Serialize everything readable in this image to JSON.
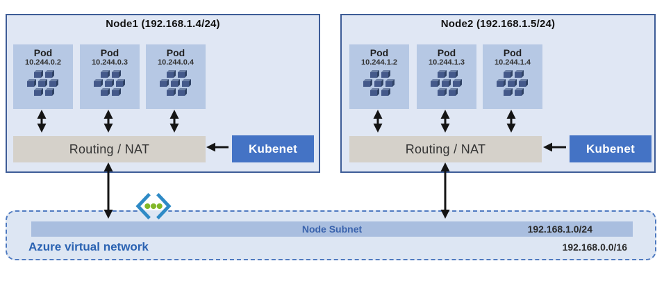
{
  "diagram": {
    "title_implied": "Kubenet networking on Azure",
    "nodes": [
      {
        "title": "Node1 (192.168.1.4/24)",
        "pods": [
          {
            "label": "Pod",
            "ip": "10.244.0.2"
          },
          {
            "label": "Pod",
            "ip": "10.244.0.3"
          },
          {
            "label": "Pod",
            "ip": "10.244.0.4"
          }
        ],
        "routing_label": "Routing / NAT",
        "kubenet_label": "Kubenet"
      },
      {
        "title": "Node2 (192.168.1.5/24)",
        "pods": [
          {
            "label": "Pod",
            "ip": "10.244.1.2"
          },
          {
            "label": "Pod",
            "ip": "10.244.1.3"
          },
          {
            "label": "Pod",
            "ip": "10.244.1.4"
          }
        ],
        "routing_label": "Routing / NAT",
        "kubenet_label": "Kubenet"
      }
    ],
    "network": {
      "label": "Azure virtual network",
      "cidr": "192.168.0.0/16",
      "subnet": {
        "label": "Node Subnet",
        "cidr": "192.168.1.0/24"
      }
    },
    "icons": {
      "pod_icon": "containers-cluster-icon",
      "network_icon": "azure-virtual-network-icon"
    },
    "colors": {
      "node_fill": "#e0e7f4",
      "node_border": "#3d5c97",
      "pod_fill": "#b6c8e4",
      "routing_fill": "#d5d1ca",
      "kubenet_fill": "#4473c5",
      "subnet_bar_fill": "#a9bedf",
      "vnet_fill": "#dde6f3",
      "vnet_border": "#4f7ac0",
      "vnet_label_text": "#2a62b2",
      "arrow": "#141414",
      "vnet_icon_bracket": "#2e8ac6",
      "vnet_icon_dot": "#82b829"
    }
  }
}
